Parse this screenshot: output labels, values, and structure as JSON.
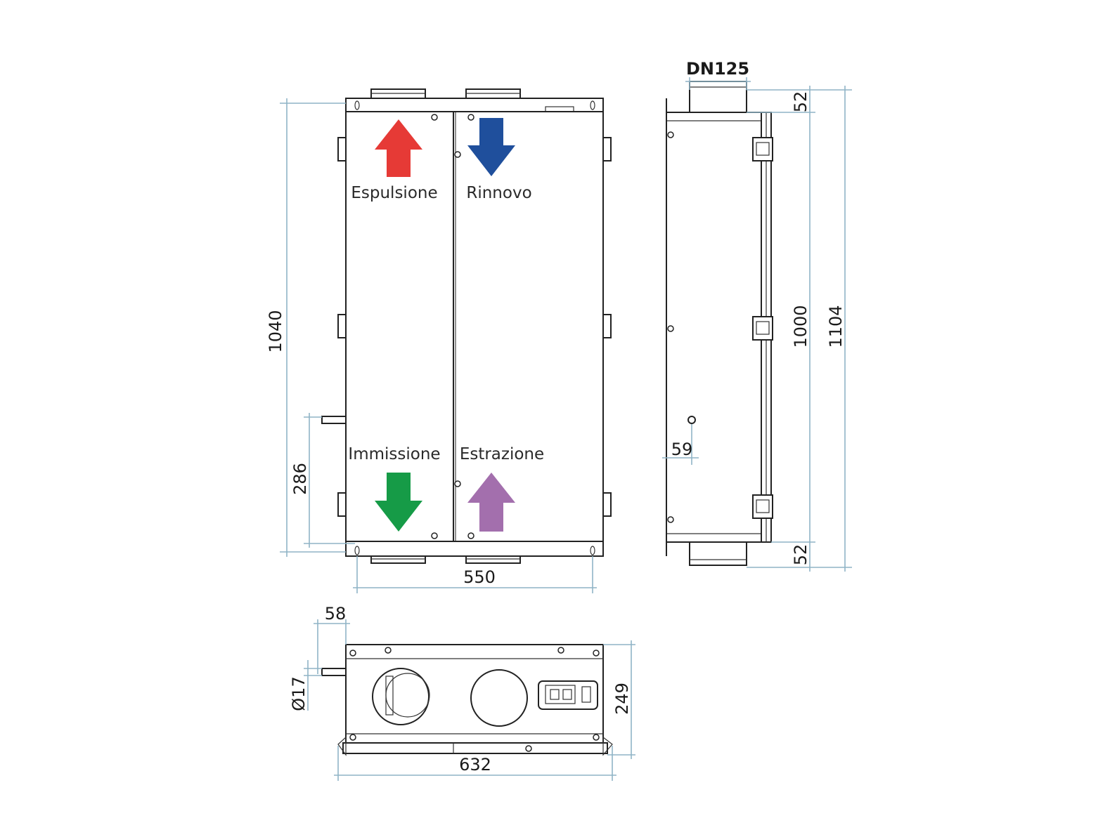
{
  "flows": {
    "espulsione": {
      "label": "Espulsione",
      "color": "#e63a36"
    },
    "rinnovo": {
      "label": "Rinnovo",
      "color": "#1f4f9c"
    },
    "immissione": {
      "label": "Immissione",
      "color": "#169b47"
    },
    "estrazione": {
      "label": "Estrazione",
      "color": "#a36fad"
    }
  },
  "dimensions": {
    "front_height": "1040",
    "front_width": "550",
    "condensate_height": "286",
    "side_duct": "DN125",
    "side_top_offset": "52",
    "side_bottom_offset": "52",
    "side_inner_height": "1000",
    "side_total_height": "1104",
    "side_drain_offset": "59",
    "bottom_stub_length": "58",
    "bottom_drain_diameter": "Ø17",
    "bottom_depth": "249",
    "bottom_total_width": "632"
  },
  "colors": {
    "dimension_line": "#8fb4c6",
    "outline": "#222222"
  }
}
